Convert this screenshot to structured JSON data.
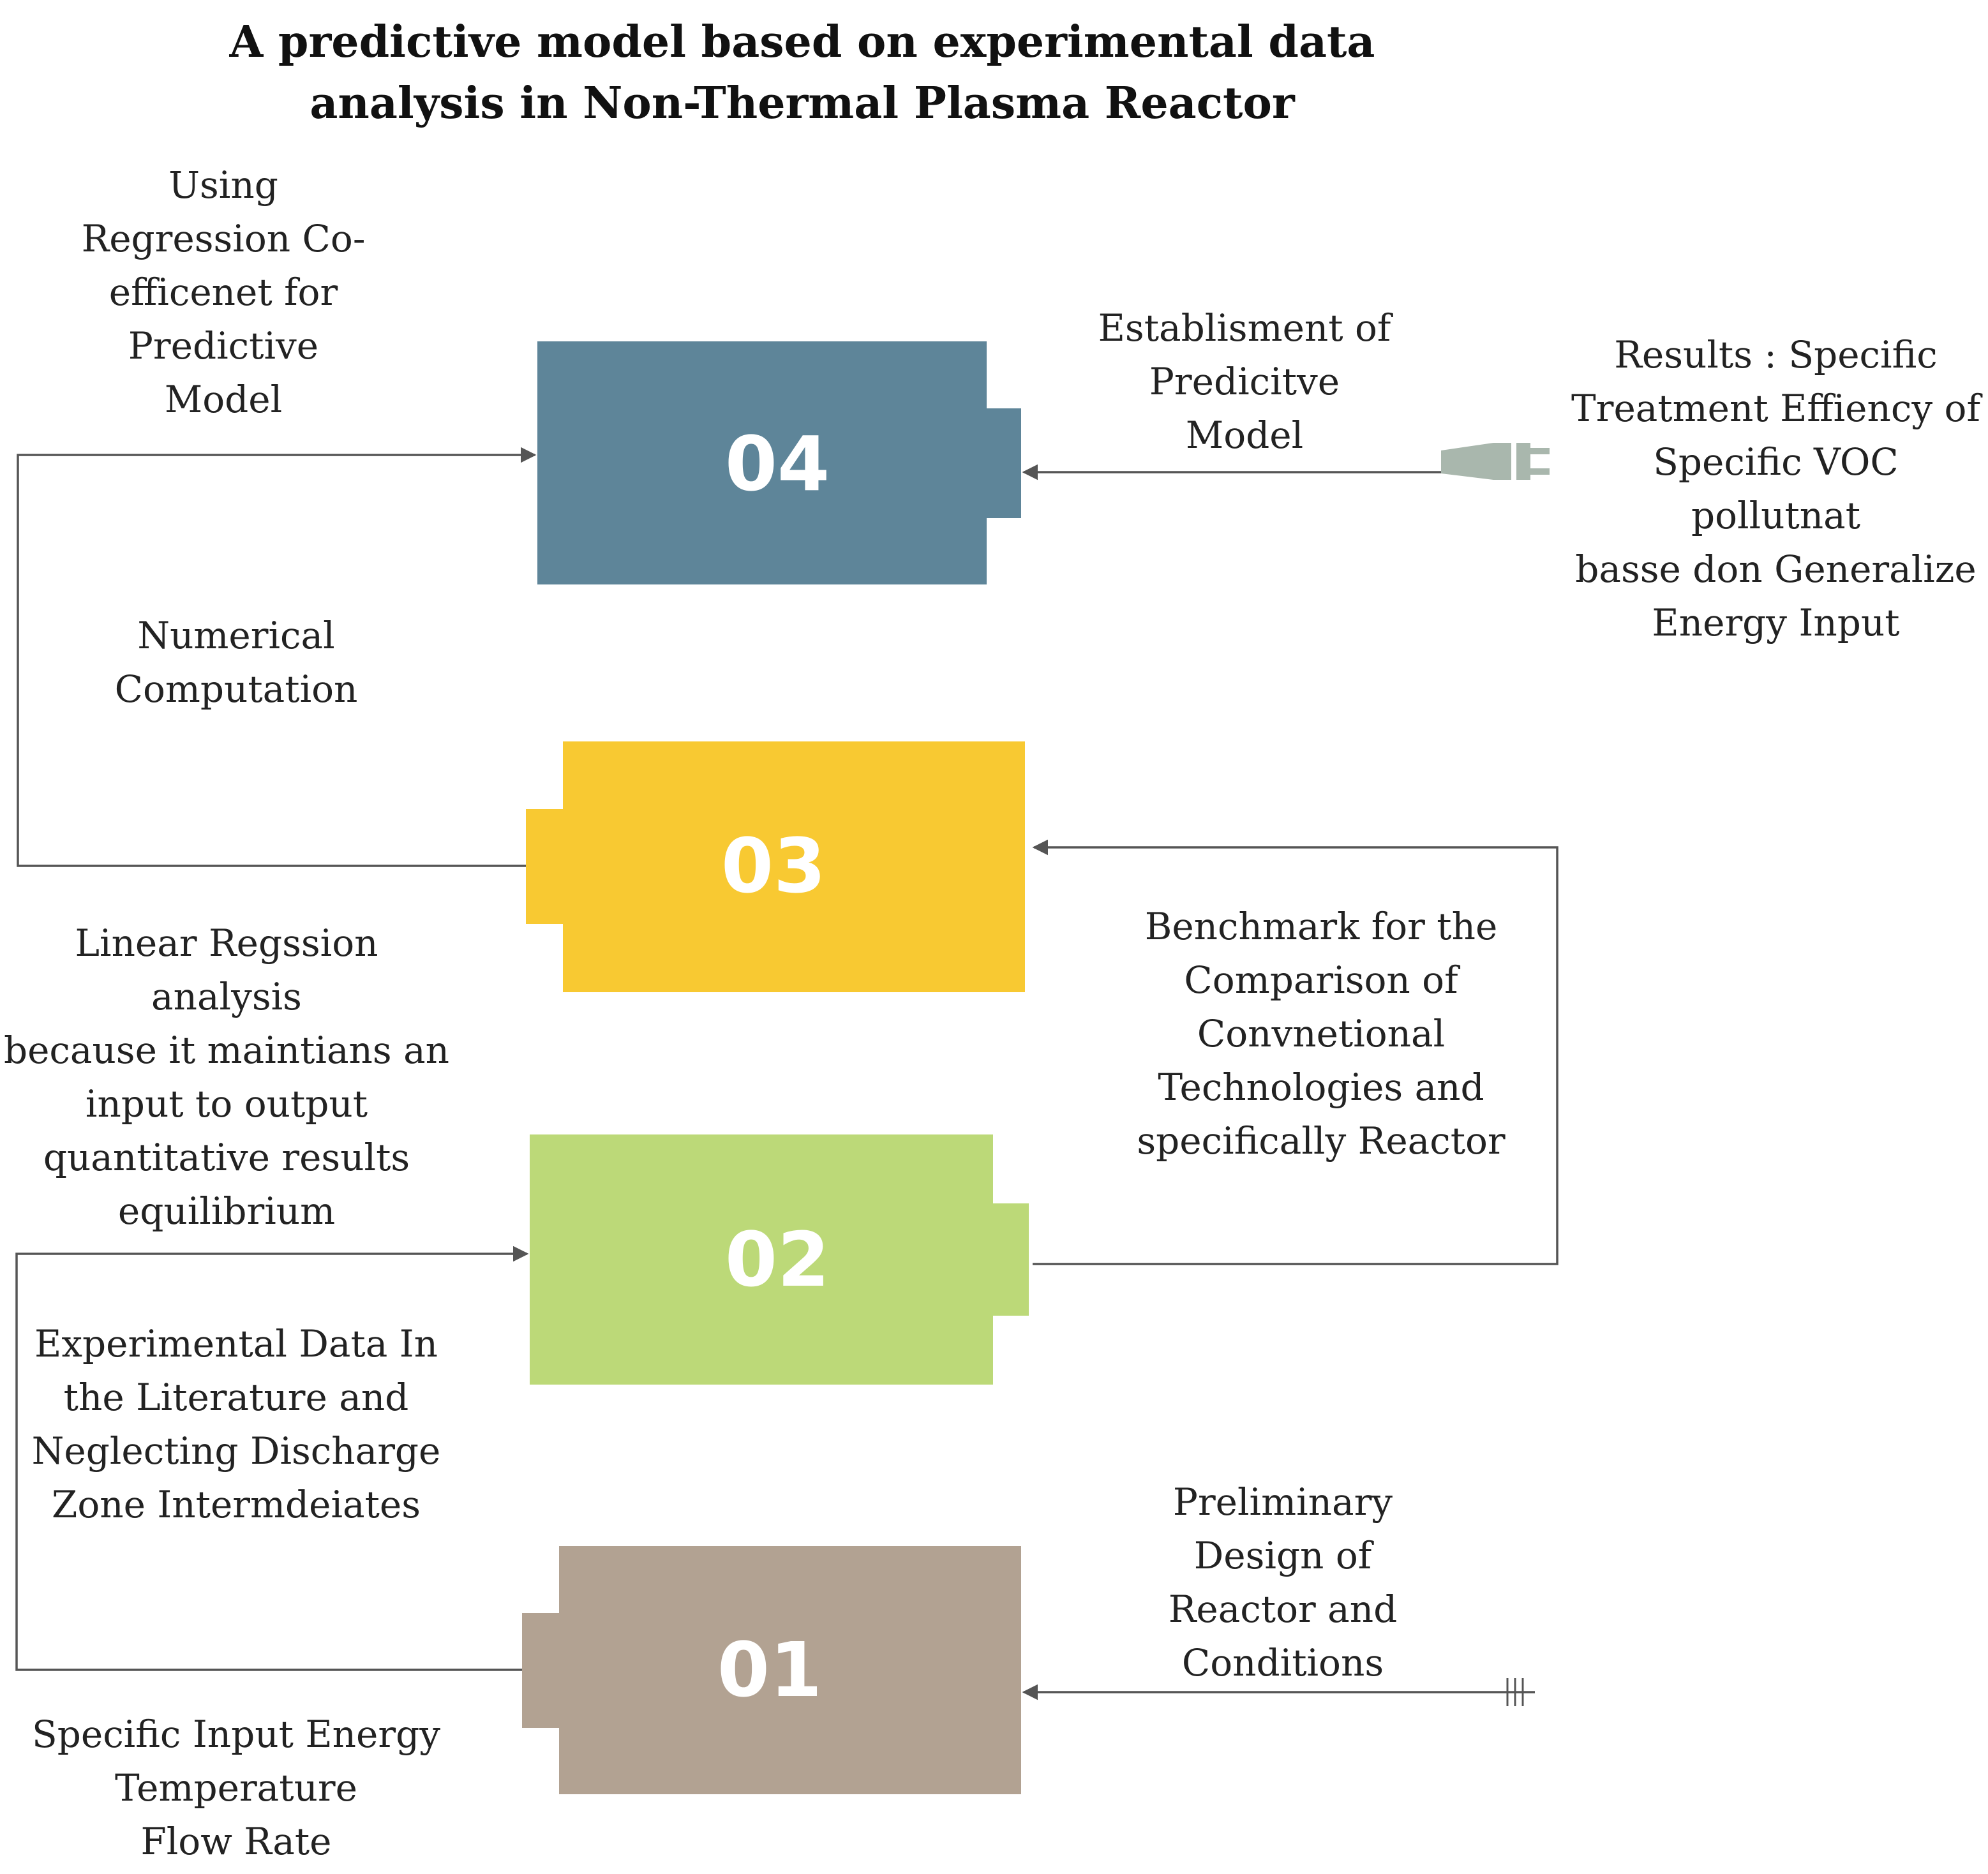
{
  "title": "A predictive model based on experimental data\nanalysis in Non-Thermal Plasma Reactor",
  "colors": {
    "step_04": "#5e8599",
    "step_03": "#f8c932",
    "step_02": "#bcd978",
    "step_01": "#b2a292",
    "connector": "#555555",
    "plug": "#a9b7ad"
  },
  "steps": [
    {
      "id": "04",
      "number": "04"
    },
    {
      "id": "03",
      "number": "03"
    },
    {
      "id": "02",
      "number": "02"
    },
    {
      "id": "01",
      "number": "01"
    }
  ],
  "labels": {
    "using_regression": "Using\nRegression Co-\nefficenet for\nPredictive\nModel",
    "numerical_computation": "Numerical\nComputation",
    "linear_regression": "Linear Regssion analysis\nbecause it maintians an\ninput to output\nquantitative results\nequilibrium",
    "experimental_data": "Experimental Data In\nthe Literature and\nNeglecting Discharge\nZone Intermdeiates",
    "specific_input": "Specific Input Energy\nTemperature\nFlow Rate",
    "establishment": "Establisment of\nPredicitve\nModel",
    "results": "Results : Specific\nTreatment Effiency of\nSpecific VOC pollutnat\nbasse don Generalize\nEnergy Input",
    "benchmark": "Benchmark for the\nComparison of\nConvnetional\nTechnologies and\nspecifically Reactor",
    "preliminary_design": "Preliminary\nDesign of\nReactor and\nConditions"
  }
}
